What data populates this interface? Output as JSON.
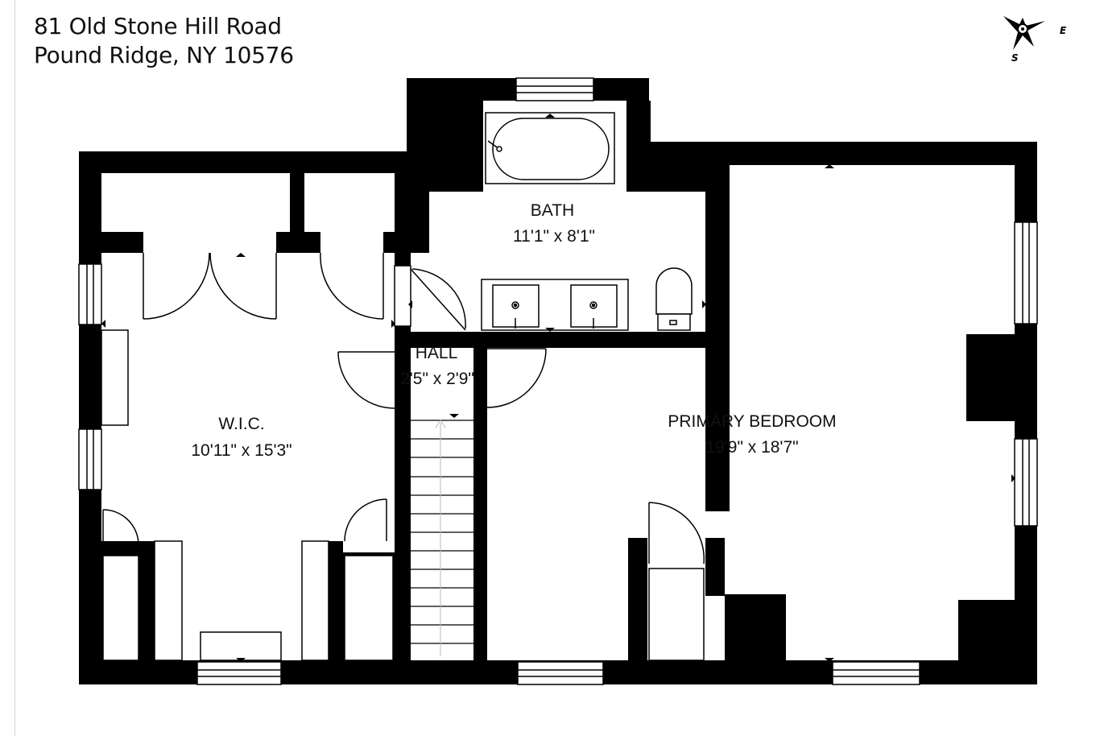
{
  "address": {
    "line1": "81 Old Stone Hill Road",
    "line2": "Pound Ridge, NY 10576"
  },
  "compass": {
    "icon": "compass-rose-icon",
    "east_label": "E",
    "south_label": "S"
  },
  "rooms": {
    "bath": {
      "name": "BATH",
      "dims": "11'1\" x 8'1\""
    },
    "hall": {
      "name": "HALL",
      "dims": "2'5\" x 2'9\""
    },
    "wic": {
      "name": "W.I.C.",
      "dims": "10'11\" x 15'3\""
    },
    "primary_bedroom": {
      "name": "PRIMARY BEDROOM",
      "dims": "19'9\" x 18'7\""
    }
  },
  "colors": {
    "wall": "#000000",
    "background": "#ffffff",
    "fixture_stroke": "#000000"
  }
}
